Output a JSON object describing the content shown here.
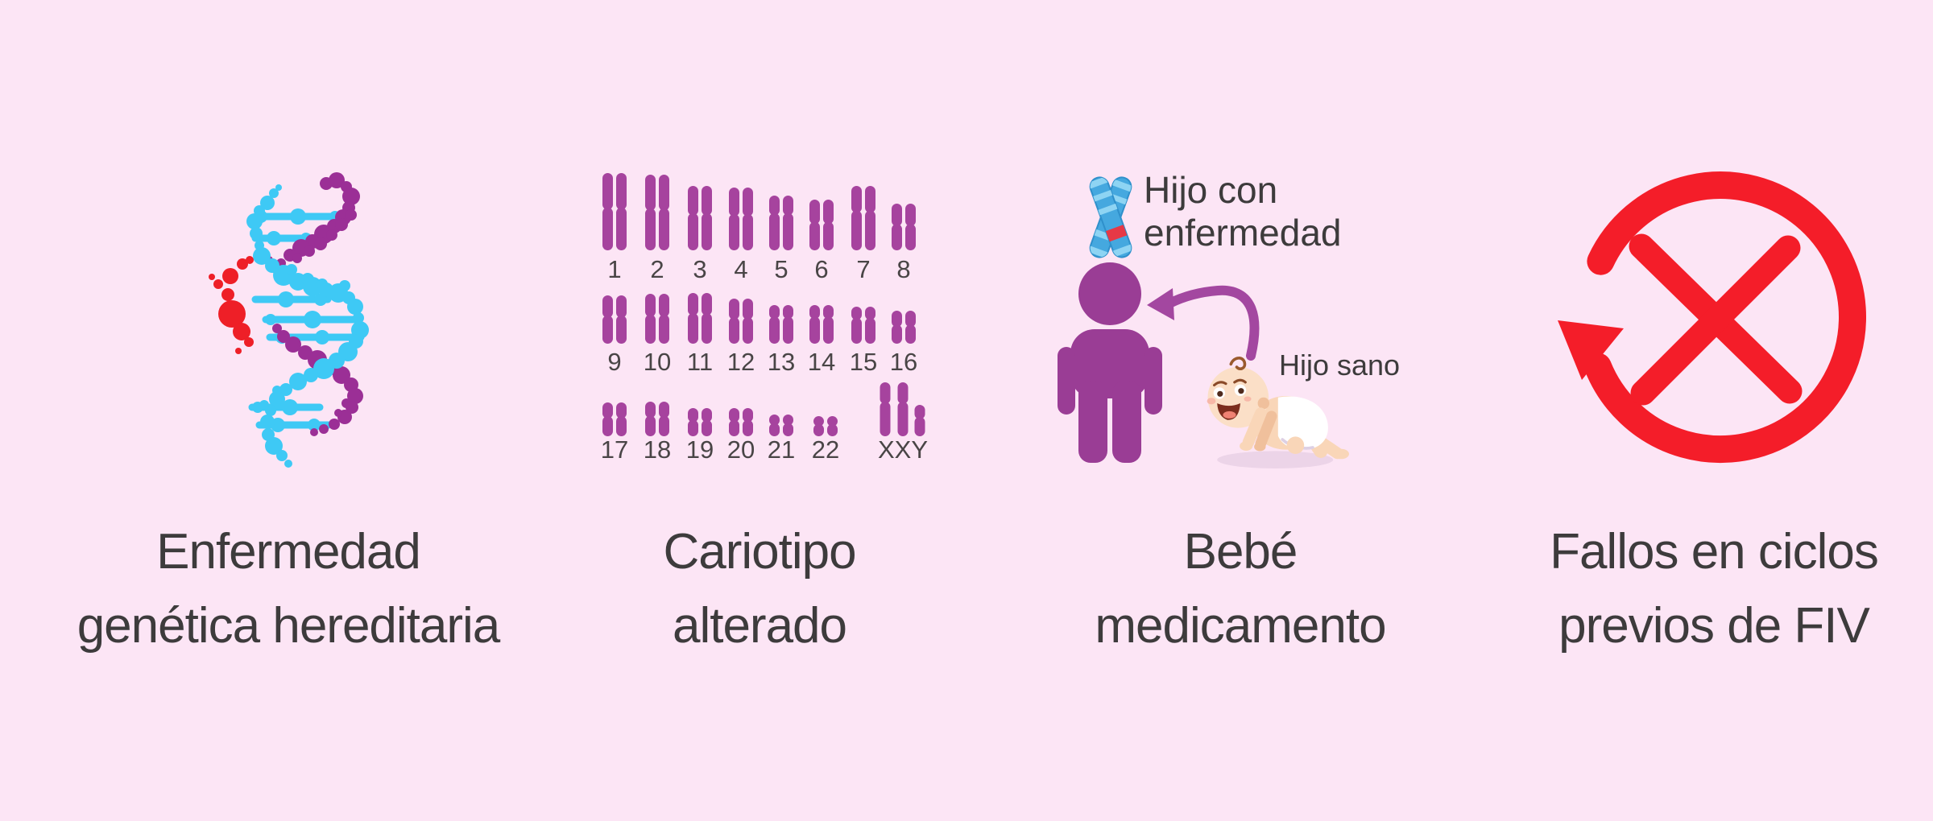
{
  "colors": {
    "bg": "#fce5f5",
    "text": "#3d3b3c",
    "dna_cyan": "#3ec9f5",
    "dna_purple": "#9b2f96",
    "dna_red": "#ee1f27",
    "karyotype_purple": "#a6439e",
    "person_purple": "#9a3d95",
    "arrow_purple": "#a347a0",
    "fail_red": "#f41d29",
    "chr_blue": "#45a8df",
    "chr_blue_light": "#8ed4f3",
    "chr_stripe_red": "#e63946",
    "baby_skin": "#f9d6b8",
    "baby_skin_shade": "#f0c09c",
    "diaper_white": "#ffffff",
    "shadow_pink": "#ecd4e8"
  },
  "panels": [
    {
      "icon": "dna-helix-icon",
      "caption_lines": [
        "Enfermedad",
        "genética hereditaria"
      ]
    },
    {
      "icon": "karyotype-icon",
      "caption_lines": [
        "Cariotipo",
        "alterado"
      ],
      "karyotype": {
        "row1_labels": [
          "1",
          "2",
          "3",
          "4",
          "5",
          "6",
          "7",
          "8"
        ],
        "row2_labels": [
          "9",
          "10",
          "11",
          "12",
          "13",
          "14",
          "15",
          "16"
        ],
        "row3_labels": [
          "17",
          "18",
          "19",
          "20",
          "21",
          "22",
          "XXY"
        ]
      }
    },
    {
      "icon": "savior-baby-icon",
      "caption_lines": [
        "Bebé",
        "medicamento"
      ],
      "labels": {
        "affected_line1": "Hijo con",
        "affected_line2": "enfermedad",
        "healthy": "Hijo sano"
      }
    },
    {
      "icon": "failed-cycles-icon",
      "caption_lines": [
        "Fallos en ciclos",
        "previos de FIV"
      ]
    }
  ]
}
